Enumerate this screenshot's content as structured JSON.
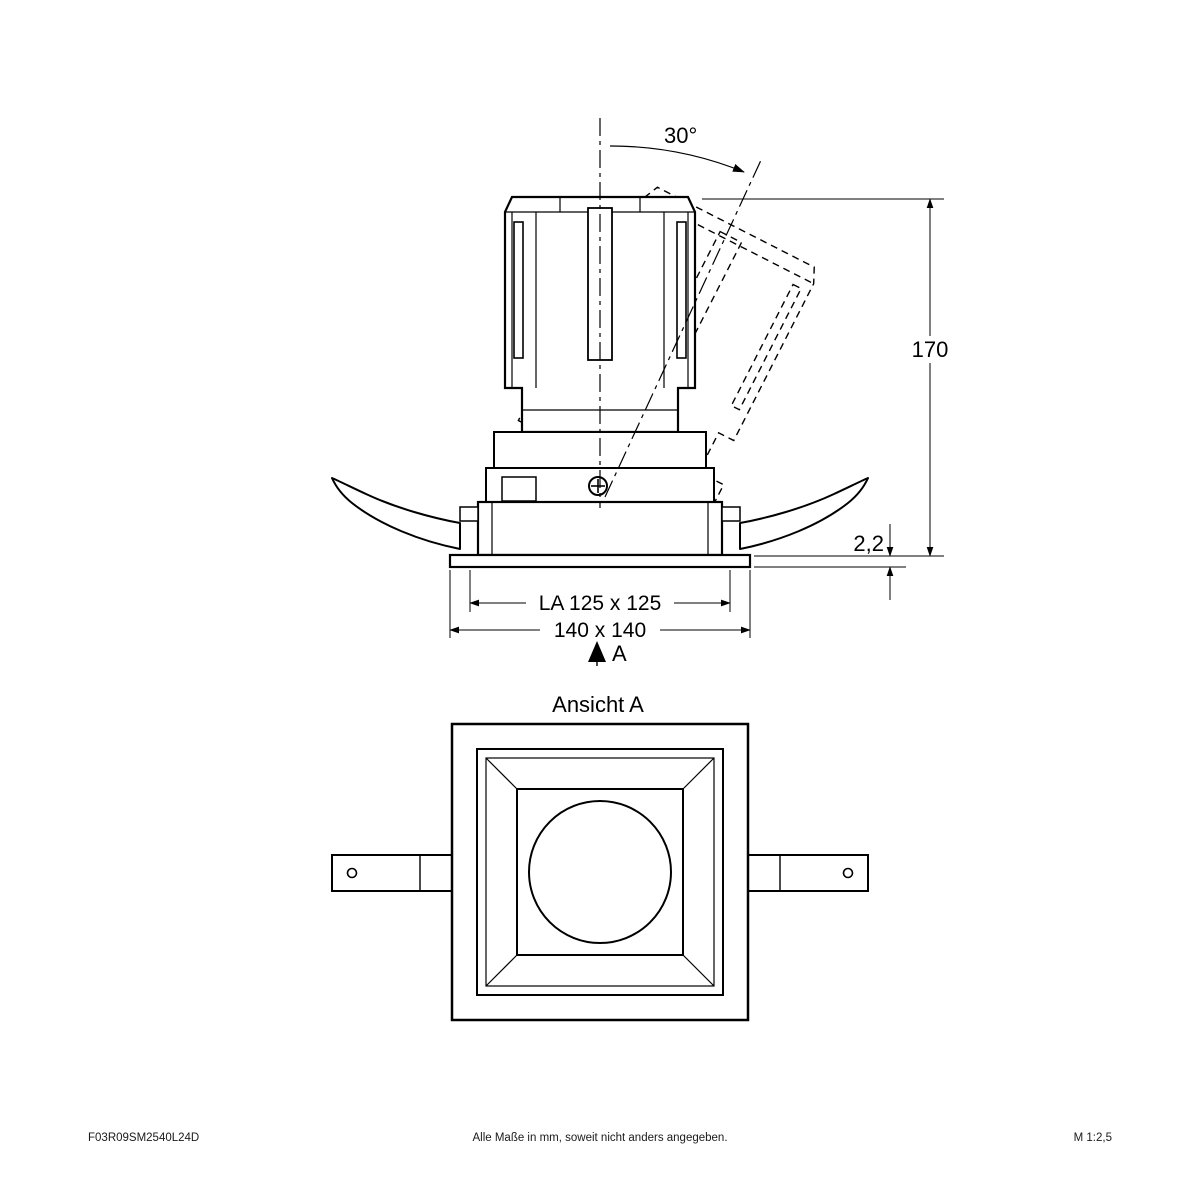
{
  "page": {
    "background": "#ffffff",
    "line_color": "#000000"
  },
  "side_view": {
    "tilt_angle_label": "30°",
    "height_dim": "170",
    "flange_thickness_dim": "2,2",
    "cutout_dim": "LA 125 x 125",
    "overall_dim": "140 x 140",
    "view_arrow_label": "A"
  },
  "front_view": {
    "title": "Ansicht A"
  },
  "footer": {
    "article_number": "F03R09SM2540L24D",
    "note": "Alle Maße in mm, soweit nicht anders angegeben.",
    "scale": "M 1:2,5"
  }
}
